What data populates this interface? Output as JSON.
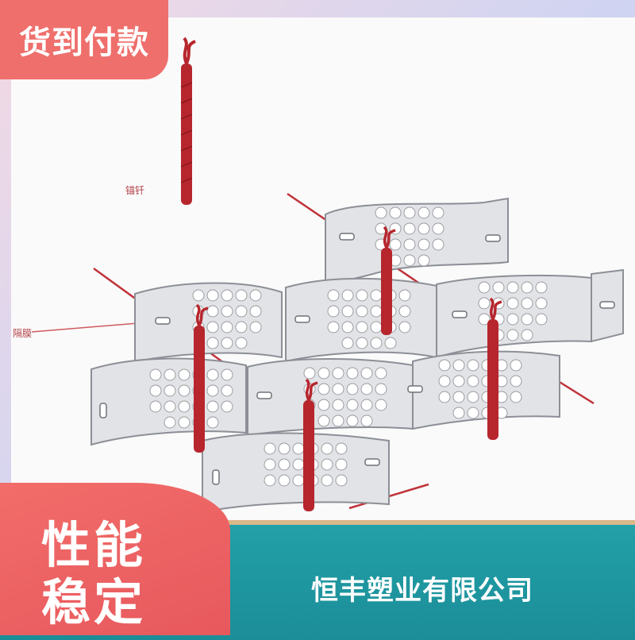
{
  "top_badge": {
    "text": "货到付款"
  },
  "diagram": {
    "label_anchor": "锚钎",
    "label_side": "隔膜",
    "colors": {
      "strip": "#e2e3e6",
      "anchor": "#b7262d",
      "line": "#c0323a"
    }
  },
  "bottom_badge": {
    "line1": "性能",
    "line2": "稳定"
  },
  "company": {
    "name": "恒丰塑业有限公司"
  },
  "colors": {
    "accent_red": "#ef6f6c",
    "teal": "#1f97a0",
    "gold": "#d9b889"
  }
}
